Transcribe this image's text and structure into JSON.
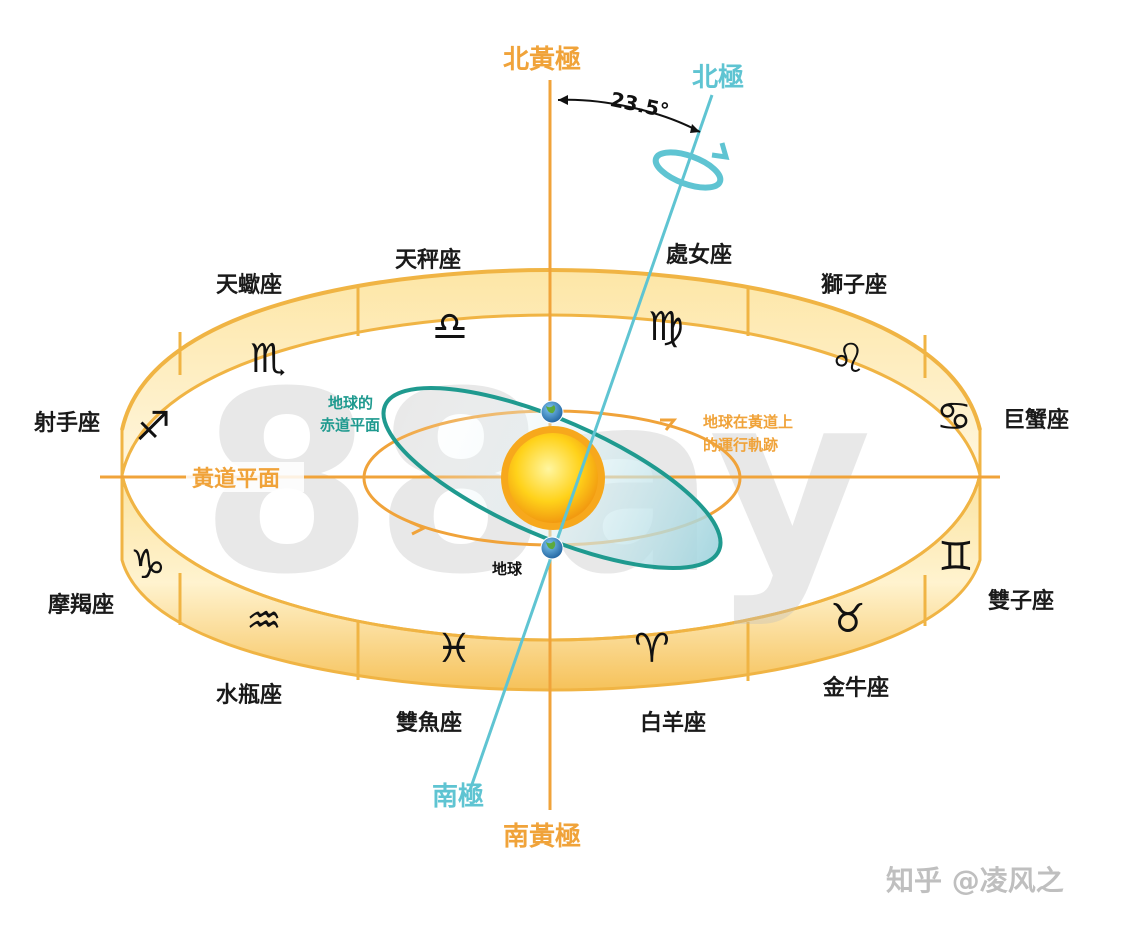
{
  "poles": {
    "north_ecliptic": "北黃極",
    "south_ecliptic": "南黃極",
    "north": "北極",
    "south": "南極"
  },
  "tilt_label": "23.5°",
  "ecliptic_plane": "黃道平面",
  "earth_equator_plane": [
    "地球的",
    "赤道平面"
  ],
  "earth_orbit": [
    "地球在黃道上",
    "的運行軌跡"
  ],
  "earth_label": "地球",
  "watermark": "88ay",
  "credit": "知乎 @凌风之",
  "constellations": {
    "libra": {
      "name": "天秤座",
      "symbol": "♎"
    },
    "scorpio": {
      "name": "天蠍座",
      "symbol": "♏"
    },
    "virgo": {
      "name": "處女座",
      "symbol": "♍"
    },
    "leo": {
      "name": "獅子座",
      "symbol": "♌"
    },
    "sagittarius": {
      "name": "射手座",
      "symbol": "♐"
    },
    "cancer": {
      "name": "巨蟹座",
      "symbol": "♋"
    },
    "capricorn": {
      "name": "摩羯座",
      "symbol": "♑"
    },
    "gemini": {
      "name": "雙子座",
      "symbol": "♊"
    },
    "aquarius": {
      "name": "水瓶座",
      "symbol": "♒"
    },
    "taurus": {
      "name": "金牛座",
      "symbol": "♉"
    },
    "pisces": {
      "name": "雙魚座",
      "symbol": "♓"
    },
    "aries": {
      "name": "白羊座",
      "symbol": "♈"
    }
  },
  "colors": {
    "ecliptic_orange": "#f0a33a",
    "pole_cyan": "#5fc4d2",
    "equator_teal": "#1f9a8f",
    "band_yellow": "#ffd66b"
  }
}
